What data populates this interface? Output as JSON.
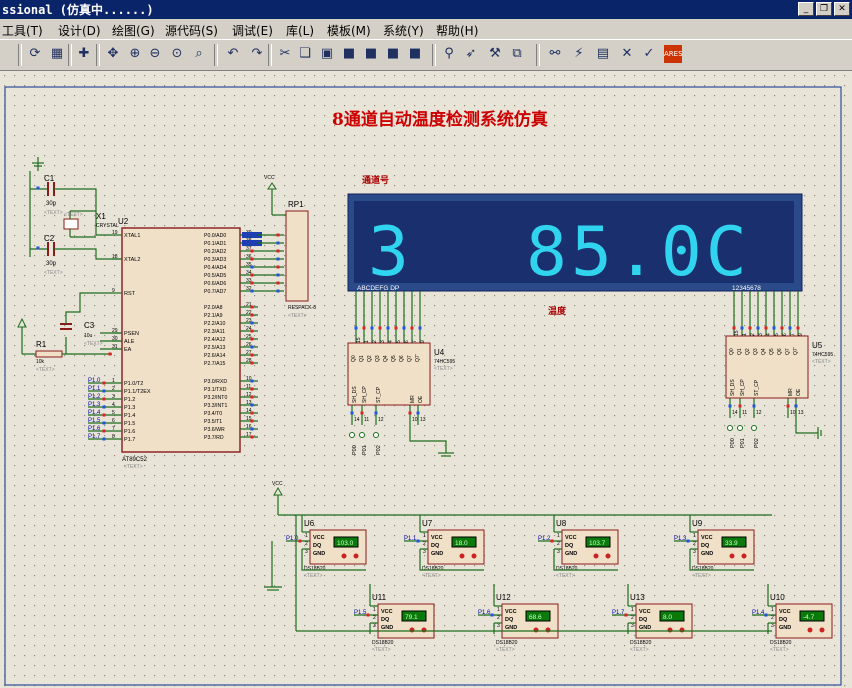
{
  "window": {
    "title": "ssional (仿真中......)",
    "min": "_",
    "restore": "❐",
    "close": "✕"
  },
  "menu": [
    "工具(T)",
    "设计(D)",
    "绘图(G)",
    "源代码(S)",
    "调试(E)",
    "库(L)",
    "模板(M)",
    "系统(Y)",
    "帮助(H)"
  ],
  "toolbar_icons": [
    "refresh-icon",
    "grid-icon",
    "origin-icon",
    "pan-icon",
    "zoom-in-icon",
    "zoom-out-icon",
    "zoom-all-icon",
    "zoom-area-icon",
    "undo-icon",
    "redo-icon",
    "cut-icon",
    "copy-icon",
    "paste-icon",
    "block-copy-icon",
    "block-move-icon",
    "block-rotate-icon",
    "block-delete-icon",
    "pick-device-icon",
    "make-device-icon",
    "decompose-icon",
    "wire-autorouter-icon",
    "search-tag-icon",
    "property-assign-icon",
    "netlist-icon",
    "bill-icon",
    "electrical-check-icon",
    "ares-icon"
  ],
  "schematic": {
    "title": "8通道自动温度检测系统仿真",
    "channel_label": "通道号",
    "temp_label": "温度",
    "display": {
      "digit_left": "3",
      "digit_right": "85.0C",
      "pins_left": "ABCDEFG DP",
      "pins_right": "12345678"
    },
    "mcu": {
      "ref": "U2",
      "part": "AT89C52",
      "left_pins": [
        {
          "num": "19",
          "name": "XTAL1"
        },
        {
          "num": "18",
          "name": "XTAL2"
        },
        {
          "num": "9",
          "name": "RST"
        },
        {
          "num": "29",
          "name": "PSEN"
        },
        {
          "num": "30",
          "name": "ALE"
        },
        {
          "num": "31",
          "name": "EA"
        },
        {
          "num": "1",
          "name": "P1.0/T2"
        },
        {
          "num": "2",
          "name": "P1.1/T2EX"
        },
        {
          "num": "3",
          "name": "P1.2"
        },
        {
          "num": "4",
          "name": "P1.3"
        },
        {
          "num": "5",
          "name": "P1.4"
        },
        {
          "num": "6",
          "name": "P1.5"
        },
        {
          "num": "7",
          "name": "P1.6"
        },
        {
          "num": "8",
          "name": "P1.7"
        }
      ],
      "right_pins": [
        {
          "num": "39",
          "name": "P0.0/AD0"
        },
        {
          "num": "38",
          "name": "P0.1/AD1"
        },
        {
          "num": "37",
          "name": "P0.2/AD2"
        },
        {
          "num": "36",
          "name": "P0.3/AD3"
        },
        {
          "num": "35",
          "name": "P0.4/AD4"
        },
        {
          "num": "34",
          "name": "P0.5/AD5"
        },
        {
          "num": "33",
          "name": "P0.6/AD6"
        },
        {
          "num": "32",
          "name": "P0.7/AD7"
        },
        {
          "num": "21",
          "name": "P2.0/A8"
        },
        {
          "num": "22",
          "name": "P2.1/A9"
        },
        {
          "num": "23",
          "name": "P2.2/A10"
        },
        {
          "num": "24",
          "name": "P2.3/A11"
        },
        {
          "num": "25",
          "name": "P2.4/A12"
        },
        {
          "num": "26",
          "name": "P2.5/A13"
        },
        {
          "num": "27",
          "name": "P2.6/A14"
        },
        {
          "num": "28",
          "name": "P2.7/A15"
        },
        {
          "num": "10",
          "name": "P3.0/RXD"
        },
        {
          "num": "11",
          "name": "P3.1/TXD"
        },
        {
          "num": "12",
          "name": "P3.2/INT0"
        },
        {
          "num": "13",
          "name": "P3.3/INT1"
        },
        {
          "num": "14",
          "name": "P3.4/T0"
        },
        {
          "num": "15",
          "name": "P3.5/T1"
        },
        {
          "num": "16",
          "name": "P3.6/WR"
        },
        {
          "num": "17",
          "name": "P3.7/RD"
        }
      ]
    },
    "parts": {
      "c1": {
        "ref": "C1",
        "value": "30p"
      },
      "c2": {
        "ref": "C2",
        "value": "30p"
      },
      "c3": {
        "ref": "C3",
        "value": "10u"
      },
      "x1": {
        "ref": "X1",
        "value": "CRYSTAL"
      },
      "r1": {
        "ref": "R1",
        "value": "10k"
      },
      "rp1": {
        "ref": "RP1",
        "value": "RESPACK-8"
      },
      "u4": {
        "ref": "U4",
        "part": "74HC595"
      },
      "u5": {
        "ref": "U5",
        "part": "74HC595"
      },
      "text": "<TEXT>",
      "vcc": "VCC"
    },
    "shift_pins_top": [
      "15",
      "1",
      "2",
      "3",
      "4",
      "5",
      "6",
      "7",
      "9"
    ],
    "shift_pin_names": [
      "Q0",
      "Q1",
      "Q2",
      "Q3",
      "Q4",
      "Q5",
      "Q6",
      "Q7",
      "Q7'"
    ],
    "shift_pins_bottom": [
      "14",
      "11",
      "12",
      "10",
      "13"
    ],
    "shift_pin_names_bottom": [
      "SH_DS",
      "SH_CP",
      "ST_CP",
      "MR",
      "OE"
    ],
    "u4_nets": [
      "P00",
      "P01",
      "P02"
    ],
    "u5_nets": [
      "P00",
      "P01",
      "P02"
    ],
    "sensor_part": "DS18B20",
    "sensor_pins": [
      "VCC",
      "DQ",
      "GND"
    ],
    "sensors": [
      {
        "ref": "U6",
        "net": "P1.0",
        "reading": "103.0"
      },
      {
        "ref": "U7",
        "net": "P1.1",
        "reading": "18.0"
      },
      {
        "ref": "U8",
        "net": "P1.2",
        "reading": "103.7"
      },
      {
        "ref": "U9",
        "net": "P1.3",
        "reading": "33.9"
      },
      {
        "ref": "U11",
        "net": "P1.5",
        "reading": "79.1"
      },
      {
        "ref": "U12",
        "net": "P1.6",
        "reading": "68.6"
      },
      {
        "ref": "U13",
        "net": "P1.7",
        "reading": "8.0"
      },
      {
        "ref": "U10",
        "net": "P1.4",
        "reading": "-4.7"
      }
    ]
  },
  "colors": {
    "sheet_bg": "#e8e4d8",
    "wire": "#1e6e1e",
    "part_fill": "#f0e0c8",
    "part_border": "#8b1a1a",
    "title": "#cc0000",
    "label": "#0000aa",
    "display_bg": "#1a2f6e",
    "segment": "#31d4ee"
  }
}
